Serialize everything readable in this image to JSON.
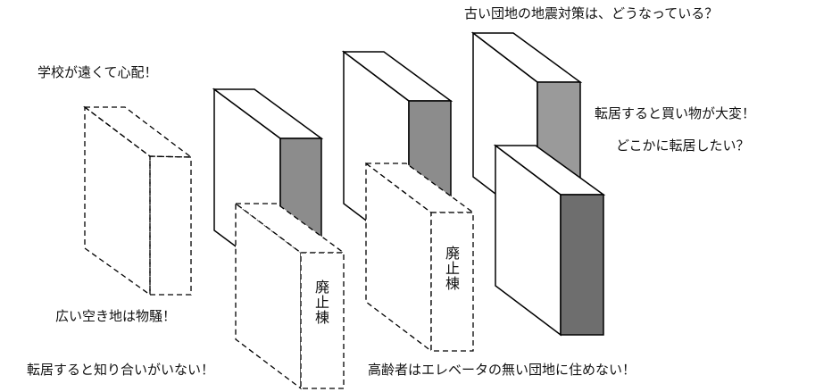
{
  "captions": {
    "school_far": "学校が遠くて心配！",
    "earthquake": "古い団地の地震対策は、どうなっている？",
    "shopping": "転居すると買い物が大変！",
    "relocate_where": "どこかに転居したい？",
    "vacant_land": "広い空き地は物騒！",
    "no_acquaintances": "転居すると知り合いがいない！",
    "elderly_elevator": "高齢者はエレベータの無い団地に住めない！"
  },
  "demolition_labels": {
    "middle": [
      "廃",
      "止",
      "棟"
    ],
    "right": [
      "廃",
      "止",
      "棟"
    ]
  },
  "colors": {
    "line": "#000000",
    "front_face": "#ffffff",
    "side_face_medium": "#8c8c8c",
    "side_face_light": "#9a9a9a",
    "side_face_dark": "#6e6e6e"
  }
}
